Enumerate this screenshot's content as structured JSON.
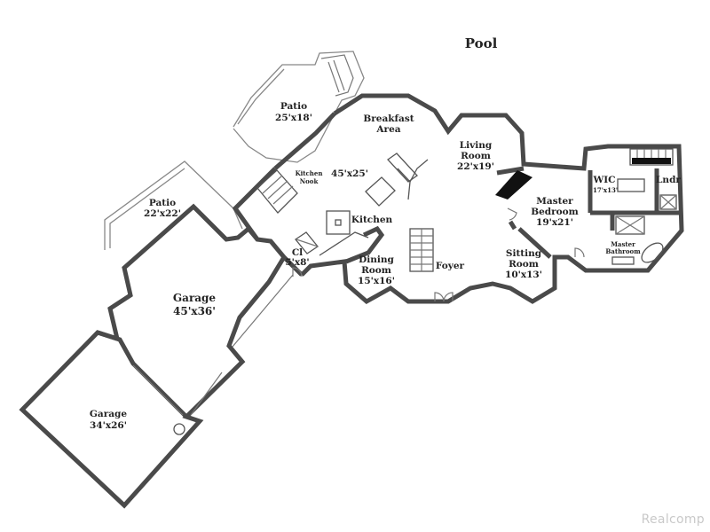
{
  "title": "Pool",
  "rooms": {
    "patio_upper": {
      "name": "Patio",
      "size": "25'x18'"
    },
    "breakfast": {
      "name1": "Breakfast",
      "name2": "Area"
    },
    "great_room_size": "45'x25'",
    "kitchen_nook": {
      "name1": "Kitchen",
      "name2": "Nook"
    },
    "living": {
      "name1": "Living",
      "name2": "Room",
      "size": "22'x19'"
    },
    "patio_lower": {
      "name": "Patio",
      "size": "22'x22'"
    },
    "kitchen": {
      "name": "Kitchen"
    },
    "closet": {
      "name": "Cl",
      "size": "5'x8'"
    },
    "dining": {
      "name1": "Dining",
      "name2": "Room",
      "size": "15'x16'"
    },
    "foyer": {
      "name": "Foyer"
    },
    "sitting": {
      "name1": "Sitting",
      "name2": "Room",
      "size": "10'x13'"
    },
    "master_bed": {
      "name1": "Master",
      "name2": "Bedroom",
      "size": "19'x21'"
    },
    "wic": {
      "name": "WIC",
      "size": "17'x13'"
    },
    "laundry": {
      "name": "Lndr"
    },
    "master_bath": {
      "name1": "Master",
      "name2": "Bathroom"
    },
    "garage_main": {
      "name": "Garage",
      "size": "45'x36'"
    },
    "garage_side": {
      "name": "Garage",
      "size": "34'x26'"
    }
  },
  "watermark": "Realcomp",
  "colors": {
    "wall": "#4a4a4a",
    "fireplace": "#111111",
    "watermark": "#c9c9c9"
  }
}
